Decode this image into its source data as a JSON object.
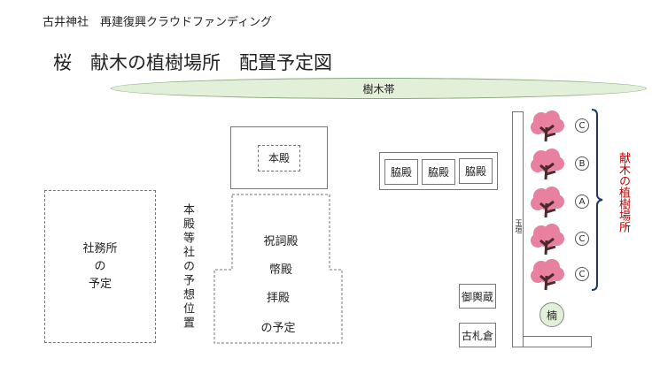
{
  "header": "古井神社　再建復興クラウドファンディング",
  "title": "桜　献木の植樹場所　配置予定図",
  "tree_belt": "樹木帯",
  "honden": "本殿",
  "main_area": [
    "祝詞殿",
    "幣殿",
    "拝殿",
    "の予定"
  ],
  "vertical_note": "本殿等社の予想位置",
  "shamusho": [
    "社務所",
    "の",
    "予定"
  ],
  "wakiden": [
    "脇殿",
    "脇殿",
    "脇殿"
  ],
  "mikoshigura": "御輿蔵",
  "kofudagura": "古札倉",
  "tamagaki": "玉垣",
  "trees": [
    {
      "grade": "C"
    },
    {
      "grade": "B"
    },
    {
      "grade": "A"
    },
    {
      "grade": "C"
    },
    {
      "grade": "C"
    }
  ],
  "kusunoki": "楠",
  "planting_label": "献木の植樹場所",
  "colors": {
    "belt_fill": "#e2efd9",
    "blossom": "#e8809f",
    "trunk": "#4a2a2a",
    "label_red": "#c00000",
    "bracket": "#1f3864"
  }
}
